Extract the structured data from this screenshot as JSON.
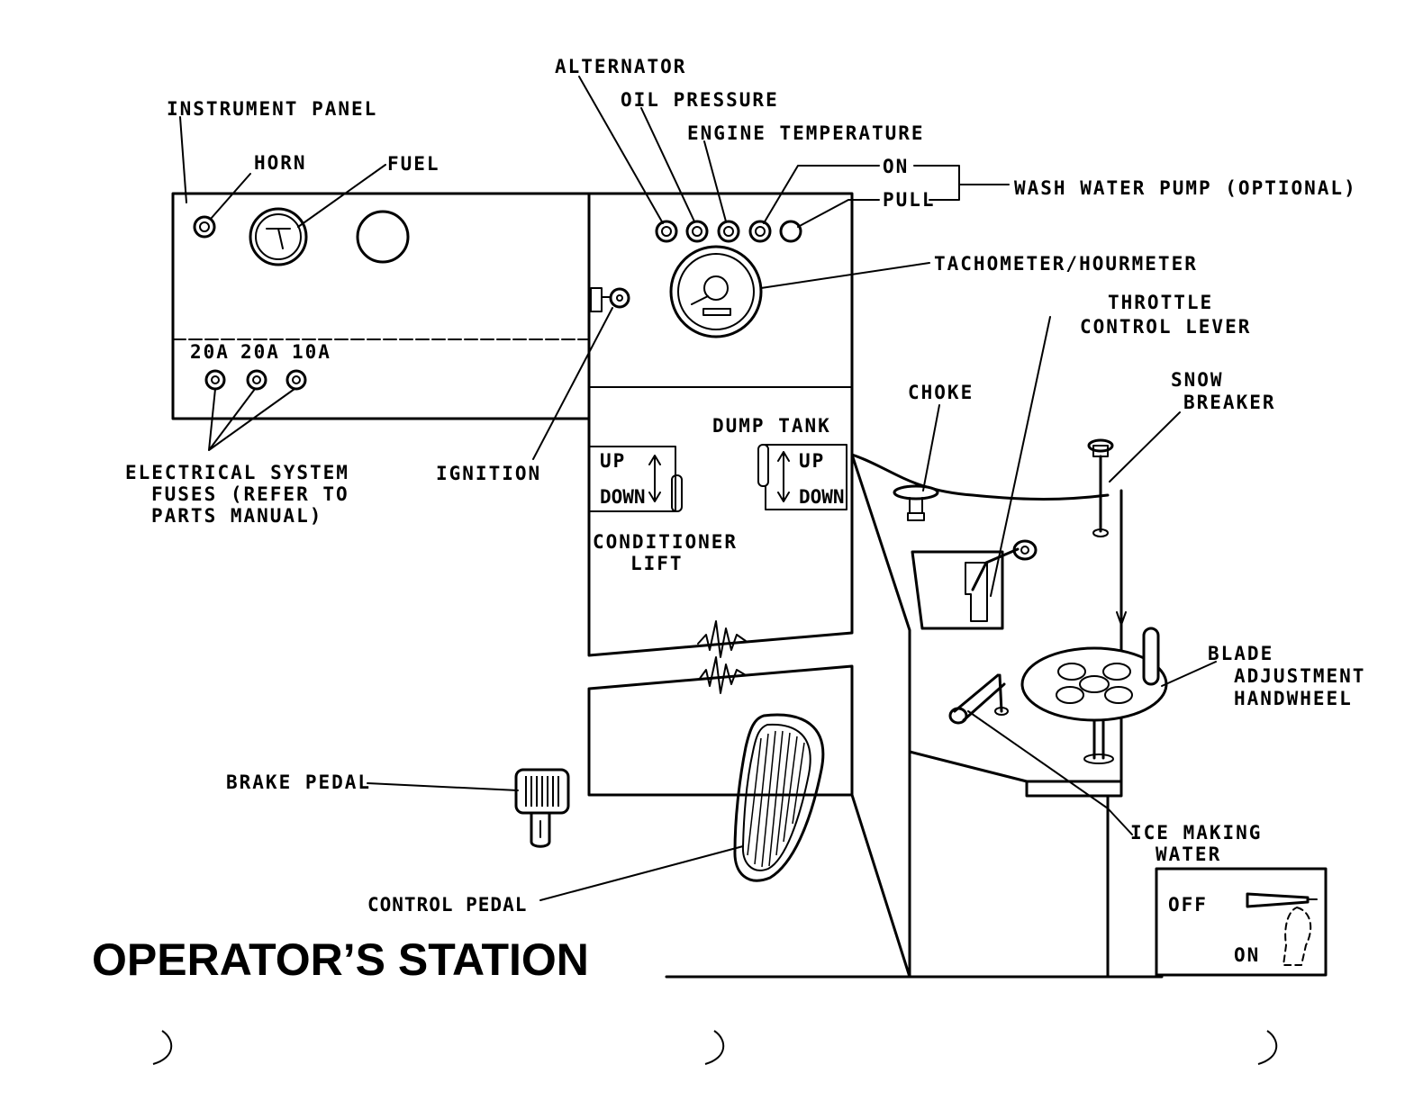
{
  "diagram": {
    "title": "OPERATOR’S STATION",
    "labels": {
      "instrument_panel": "INSTRUMENT PANEL",
      "horn": "HORN",
      "fuel": "FUEL",
      "alternator": "ALTERNATOR",
      "oil_pressure": "OIL PRESSURE",
      "engine_temperature": "ENGINE TEMPERATURE",
      "on": "ON",
      "pull": "PULL",
      "wash_water_pump": "WASH WATER PUMP (OPTIONAL)",
      "tachometer": "TACHOMETER/HOURMETER",
      "throttle_1": "THROTTLE",
      "throttle_2": "CONTROL LEVER",
      "fuse_20a_1": "20A",
      "fuse_20a_2": "20A",
      "fuse_10a": "10A",
      "choke": "CHOKE",
      "snow_1": "SNOW",
      "snow_2": "BREAKER",
      "dump_tank": "DUMP TANK",
      "elec_1": "ELECTRICAL SYSTEM",
      "elec_2": "FUSES (REFER TO",
      "elec_3": "PARTS MANUAL)",
      "ignition": "IGNITION",
      "cond_up": "UP",
      "cond_down": "DOWN",
      "dump_up": "UP",
      "dump_down": "DOWN",
      "cond_1": "CONDITIONER",
      "cond_2": "LIFT",
      "blade_1": "BLADE",
      "blade_2": "ADJUSTMENT",
      "blade_3": "HANDWHEEL",
      "brake_pedal": "BRAKE PEDAL",
      "ice_1": "ICE MAKING",
      "ice_2": "WATER",
      "ice_off": "OFF",
      "ice_on": "ON",
      "control_pedal": "CONTROL PEDAL"
    }
  }
}
